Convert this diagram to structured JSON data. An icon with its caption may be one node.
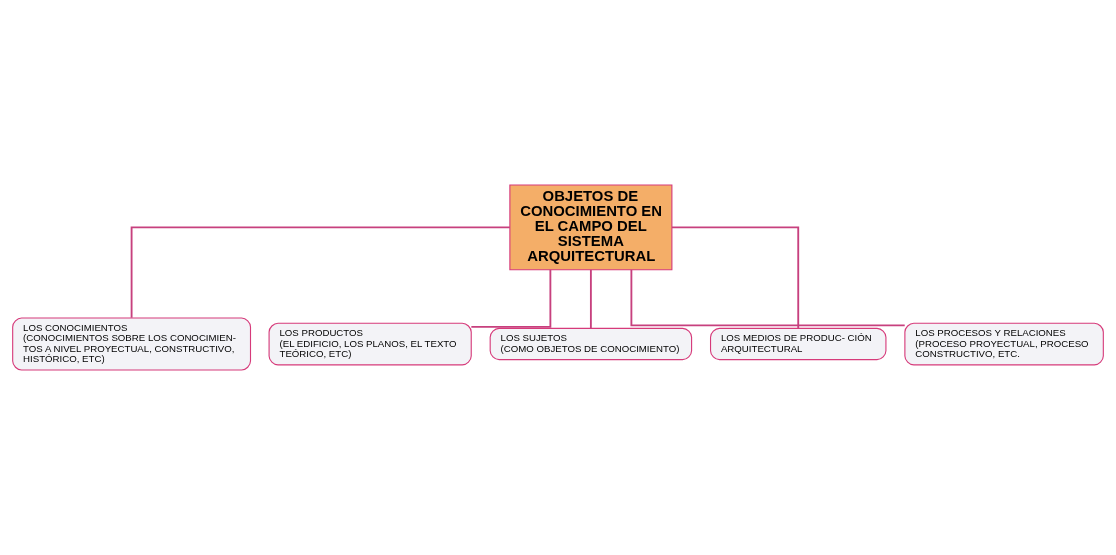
{
  "diagram": {
    "nodes": [
      {
        "text": [
          "OBJETOS DE CONOCIMIENTO EN EL CAMPO DEL SISTEMA ARQUITECTURAL"
        ]
      },
      {
        "text": [
          "LOS CONOCIMIENTOS",
          "(CONOCIMIENTOS SOBRE LOS CONOCIMIEN- TOS A NIVEL PROYECTUAL, CONSTRUCTIVO, HISTÓRICO, ETC)"
        ]
      },
      {
        "text": [
          "LOS PRODUCTOS",
          "(EL EDIFICIO, LOS PLANOS, EL TEXTO TEÓRICO, ETC)"
        ]
      },
      {
        "text": [
          "LOS SUJETOS",
          "(COMO OBJETOS DE CONOCIMIENTO)"
        ]
      },
      {
        "text": [
          "LOS MEDIOS DE PRODUC- CIÓN ARQUITECTURAL"
        ]
      },
      {
        "text": [
          "LOS PROCESOS Y RELACIONES",
          "(PROCESO PROYECTUAL, PROCESO CONSTRUCTIVO, ETC."
        ]
      }
    ],
    "edges": [
      {
        "from": 0,
        "to": 1,
        "arrow": "none"
      },
      {
        "from": 0,
        "to": 2,
        "arrow": "none"
      },
      {
        "from": 0,
        "to": 3,
        "arrow": "none"
      },
      {
        "from": 0,
        "to": 4,
        "arrow": "none"
      },
      {
        "from": 0,
        "to": 5,
        "arrow": "none"
      }
    ]
  }
}
